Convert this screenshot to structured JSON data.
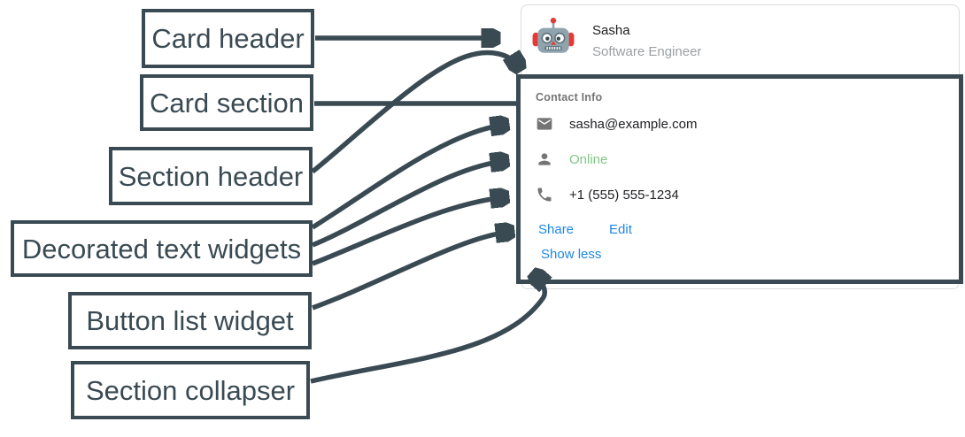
{
  "annotations": {
    "arrow_color": "#3A4A53",
    "labels": [
      {
        "text": "Card header"
      },
      {
        "text": "Card section"
      },
      {
        "text": "Section header"
      },
      {
        "text": "Decorated text widgets"
      },
      {
        "text": "Button list widget"
      },
      {
        "text": "Section collapser"
      }
    ]
  },
  "card": {
    "header": {
      "avatar_icon": "robot-avatar",
      "name": "Sasha",
      "subtitle": "Software Engineer"
    },
    "section": {
      "title": "Contact Info",
      "rows": [
        {
          "icon": "email-icon",
          "text": "sasha@example.com"
        },
        {
          "icon": "person-icon",
          "text": "Online",
          "status_color": "#81C784"
        },
        {
          "icon": "phone-icon",
          "text": "+1 (555) 555-1234"
        }
      ],
      "buttons": [
        {
          "label": "Share"
        },
        {
          "label": "Edit"
        }
      ],
      "collapser_label": "Show less",
      "link_color": "#1E88E5"
    }
  }
}
